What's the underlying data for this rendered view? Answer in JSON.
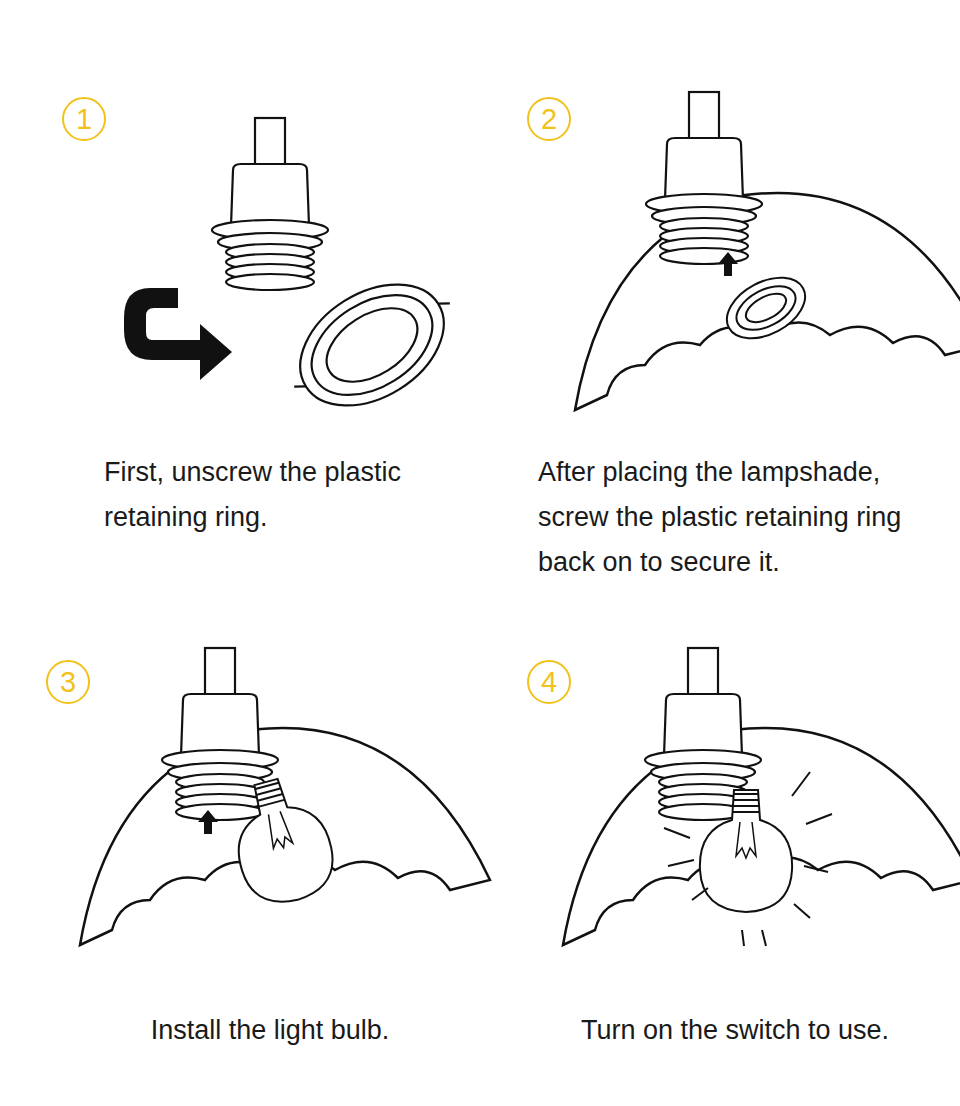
{
  "diagram": {
    "nodes": [
      {
        "text": [
          "1"
        ]
      },
      {
        "text": [
          "2"
        ]
      },
      {
        "text": [
          "3"
        ]
      },
      {
        "text": [
          "4"
        ]
      }
    ],
    "labels": [
      "First, unscrew the plastic retaining ring.",
      "After placing the lampshade, screw the plastic retaining ring back on to secure it.",
      "Install the light bulb.",
      "Turn on the switch to use."
    ]
  }
}
